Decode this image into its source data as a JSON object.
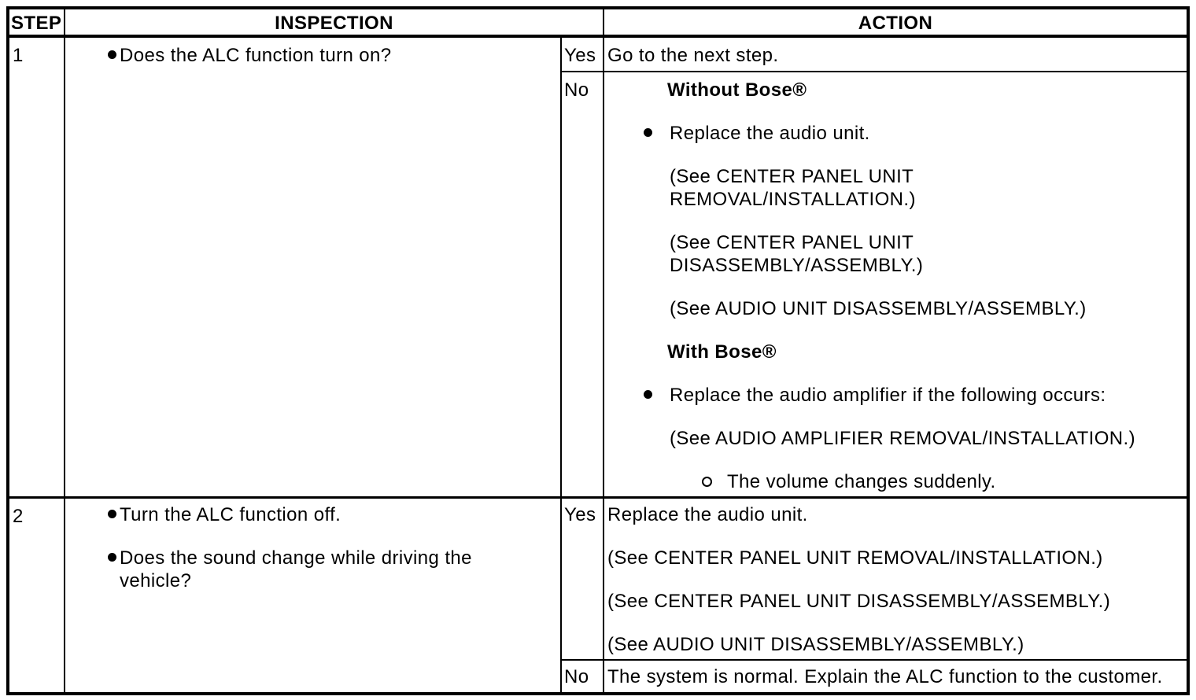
{
  "table": {
    "header": {
      "step": "STEP",
      "inspection": "INSPECTION",
      "action": "ACTION"
    },
    "steps": [
      {
        "step": "1",
        "inspection": {
          "item1": "Does the ALC function turn on?"
        },
        "yes": {
          "label": "Yes",
          "action": "Go to the next step."
        },
        "no": {
          "label": "No",
          "heading_without": "Without Bose®",
          "bullet_replace_unit": "Replace the audio unit.",
          "ref_center_removal_line1": "(See CENTER PANEL UNIT",
          "ref_center_removal_line2": "REMOVAL/INSTALLATION.)",
          "ref_center_disassembly_line1": "(See CENTER PANEL UNIT",
          "ref_center_disassembly_line2": "DISASSEMBLY/ASSEMBLY.)",
          "ref_audio_disassembly": "(See AUDIO UNIT DISASSEMBLY/ASSEMBLY.)",
          "heading_with": "With Bose®",
          "bullet_replace_amplifier": "Replace the audio amplifier if the following occurs:",
          "ref_amplifier_removal": "(See AUDIO AMPLIFIER REMOVAL/INSTALLATION.)",
          "sub_item_volume": "The volume changes suddenly."
        }
      },
      {
        "step": "2",
        "inspection": {
          "item1": "Turn the ALC function off.",
          "item2_line1": "Does the sound change while driving the",
          "item2_line2": "vehicle?"
        },
        "yes": {
          "label": "Yes",
          "action_line1": "Replace the audio unit.",
          "ref_center_removal": "(See CENTER PANEL UNIT REMOVAL/INSTALLATION.)",
          "ref_center_disassembly": "(See CENTER PANEL UNIT DISASSEMBLY/ASSEMBLY.)",
          "ref_audio_disassembly": "(See AUDIO UNIT DISASSEMBLY/ASSEMBLY.)"
        },
        "no": {
          "label": "No",
          "action": "The system is normal. Explain the ALC function to the customer."
        }
      }
    ]
  }
}
